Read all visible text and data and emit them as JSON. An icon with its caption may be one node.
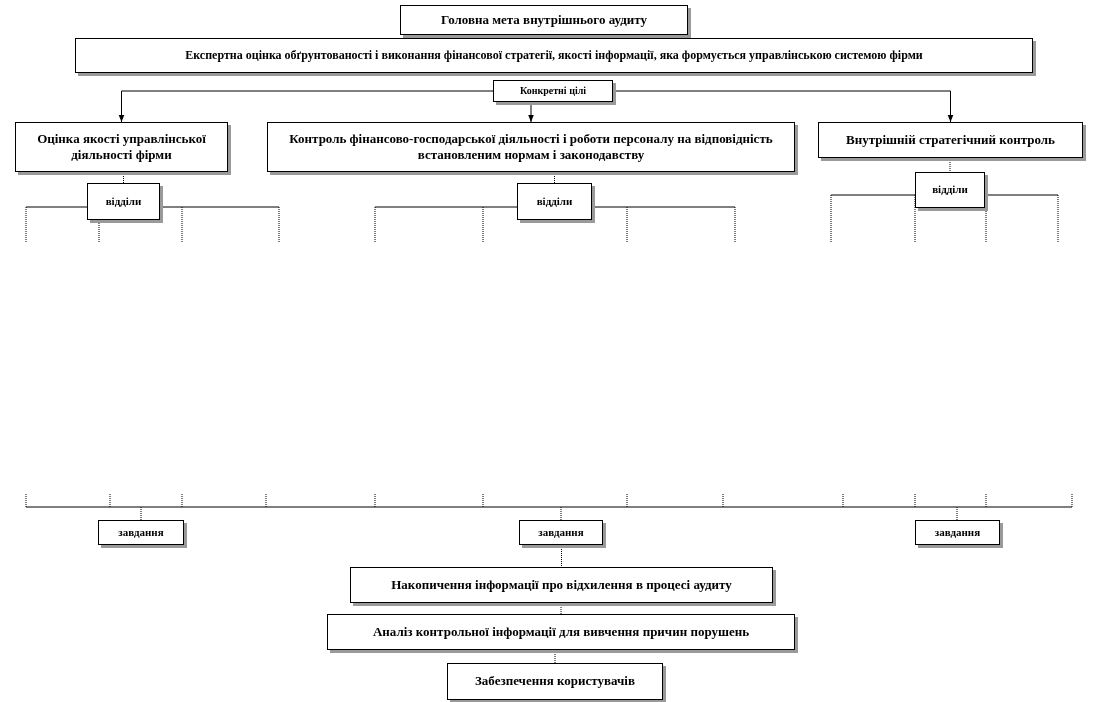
{
  "diagram": {
    "nodes": [
      {
        "text": [
          "Головна мета внутрішнього аудиту"
        ]
      },
      {
        "text": [
          "Експертна оцінка обґрунтованості і виконання фінансової стратегії, якості інформації, яка формується управлінською системою фірми"
        ]
      },
      {
        "text": [
          "Конкретні цілі"
        ]
      },
      {
        "text": [
          "Оцінка якості управлінської діяльності фірми"
        ]
      },
      {
        "text": [
          "Контроль фінансово-господарської діяльності і роботи персоналу на відповідність встановленим нормам і законодавству"
        ]
      },
      {
        "text": [
          "Внутрішній стратегічний контроль"
        ]
      },
      {
        "text": [
          "відділи"
        ]
      },
      {
        "text": [
          "відділи"
        ]
      },
      {
        "text": [
          "відділи"
        ]
      },
      {
        "text": [
          "завдання"
        ]
      },
      {
        "text": [
          "завдання"
        ]
      },
      {
        "text": [
          "завдання"
        ]
      },
      {
        "text": [
          "Накопичення інформації про відхилення в процесі аудиту"
        ]
      },
      {
        "text": [
          "Аналіз контрольної інформації для вивчення причин порушень"
        ]
      },
      {
        "text": [
          "Забезпечення користувачів"
        ]
      }
    ],
    "edges": [
      {
        "from": 2,
        "to": 3,
        "arrow": "to"
      },
      {
        "from": 2,
        "to": 4,
        "arrow": "to"
      },
      {
        "from": 2,
        "to": 5,
        "arrow": "to"
      },
      {
        "from": 3,
        "to": 6,
        "arrow": "none",
        "style": "dashed"
      },
      {
        "from": 4,
        "to": 7,
        "arrow": "none",
        "style": "dashed"
      },
      {
        "from": 5,
        "to": 8,
        "arrow": "none",
        "style": "dashed"
      },
      {
        "from": 10,
        "to": 12,
        "arrow": "none",
        "style": "dashed"
      },
      {
        "from": 12,
        "to": 13,
        "arrow": "none",
        "style": "dashed"
      },
      {
        "from": 13,
        "to": 14,
        "arrow": "none",
        "style": "dashed"
      }
    ]
  }
}
